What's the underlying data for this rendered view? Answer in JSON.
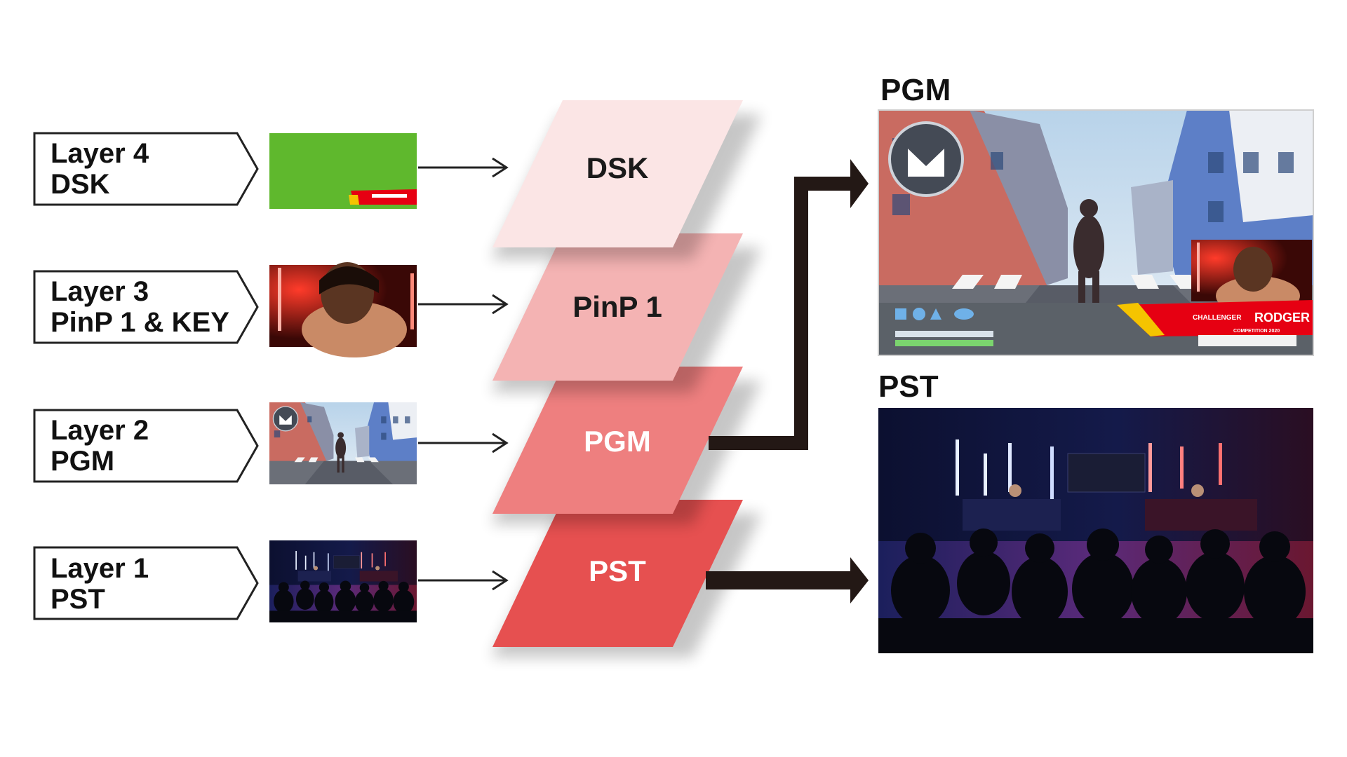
{
  "layers": [
    {
      "line1": "Layer 4",
      "line2": "DSK",
      "thumb": "dsk-thumbnail"
    },
    {
      "line1": "Layer 3",
      "line2": "PinP 1 & KEY",
      "thumb": "pinp-camera-thumbnail"
    },
    {
      "line1": "Layer 2",
      "line2": "PGM",
      "thumb": "game-thumbnail"
    },
    {
      "line1": "Layer 1",
      "line2": "PST",
      "thumb": "stage-thumbnail"
    }
  ],
  "planes": [
    {
      "label": "DSK",
      "color": "#fbe5e5",
      "text_color": "#1a1a1a"
    },
    {
      "label": "PinP 1",
      "color": "#f4b3b3",
      "text_color": "#1a1a1a"
    },
    {
      "label": "PGM",
      "color": "#ee7f7f",
      "text_color": "#ffffff"
    },
    {
      "label": "PST",
      "color": "#e65050",
      "text_color": "#ffffff"
    }
  ],
  "outputs": {
    "pgm": {
      "title": "PGM",
      "overlay": {
        "tag": "CHALLENGER",
        "name": "RODGER",
        "sub": "COMPETITION 2020"
      }
    },
    "pst": {
      "title": "PST"
    }
  },
  "colors": {
    "arrow": "#231815",
    "green": "#5fb82d",
    "accent_red": "#e60012"
  }
}
